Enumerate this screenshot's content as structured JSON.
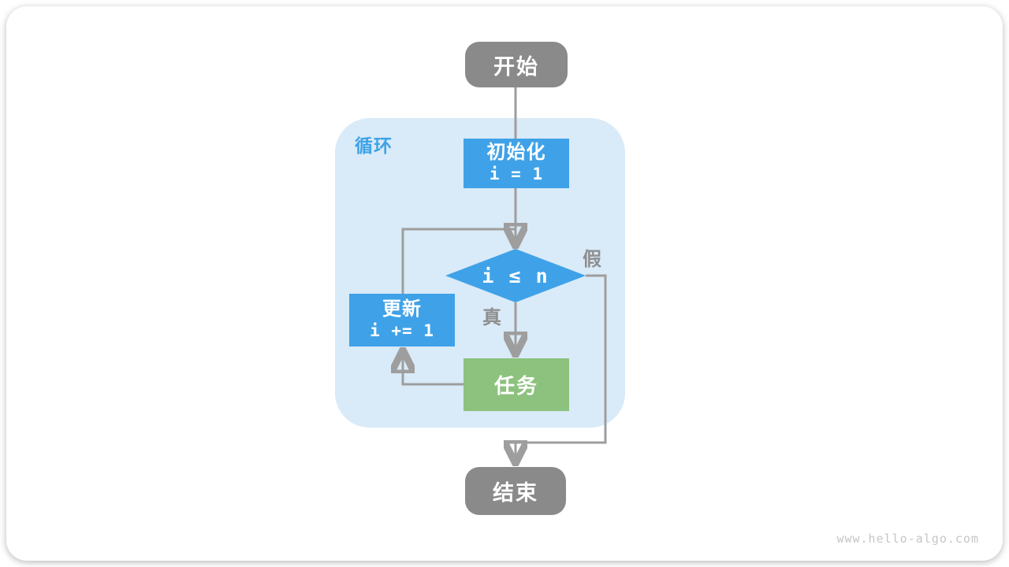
{
  "colors": {
    "blue": "#3FA2E8",
    "green": "#8CC27E",
    "gray": "#8A8A8A",
    "container": "#D9EAF8",
    "edge": "#9E9E9E",
    "label": "#8F8F8F",
    "looplabel": "#3DA2E8",
    "watermark": "#C6C6C6"
  },
  "diagram": {
    "loop_container_label": "循环",
    "nodes": {
      "start": "开始",
      "init": {
        "title": "初始化",
        "code": "i = 1"
      },
      "condition": "i ≤ n",
      "update": {
        "title": "更新",
        "code": "i += 1"
      },
      "task": "任务",
      "end": "结束"
    },
    "branches": {
      "true": "真",
      "false": "假"
    }
  },
  "watermark": "www.hello-algo.com"
}
